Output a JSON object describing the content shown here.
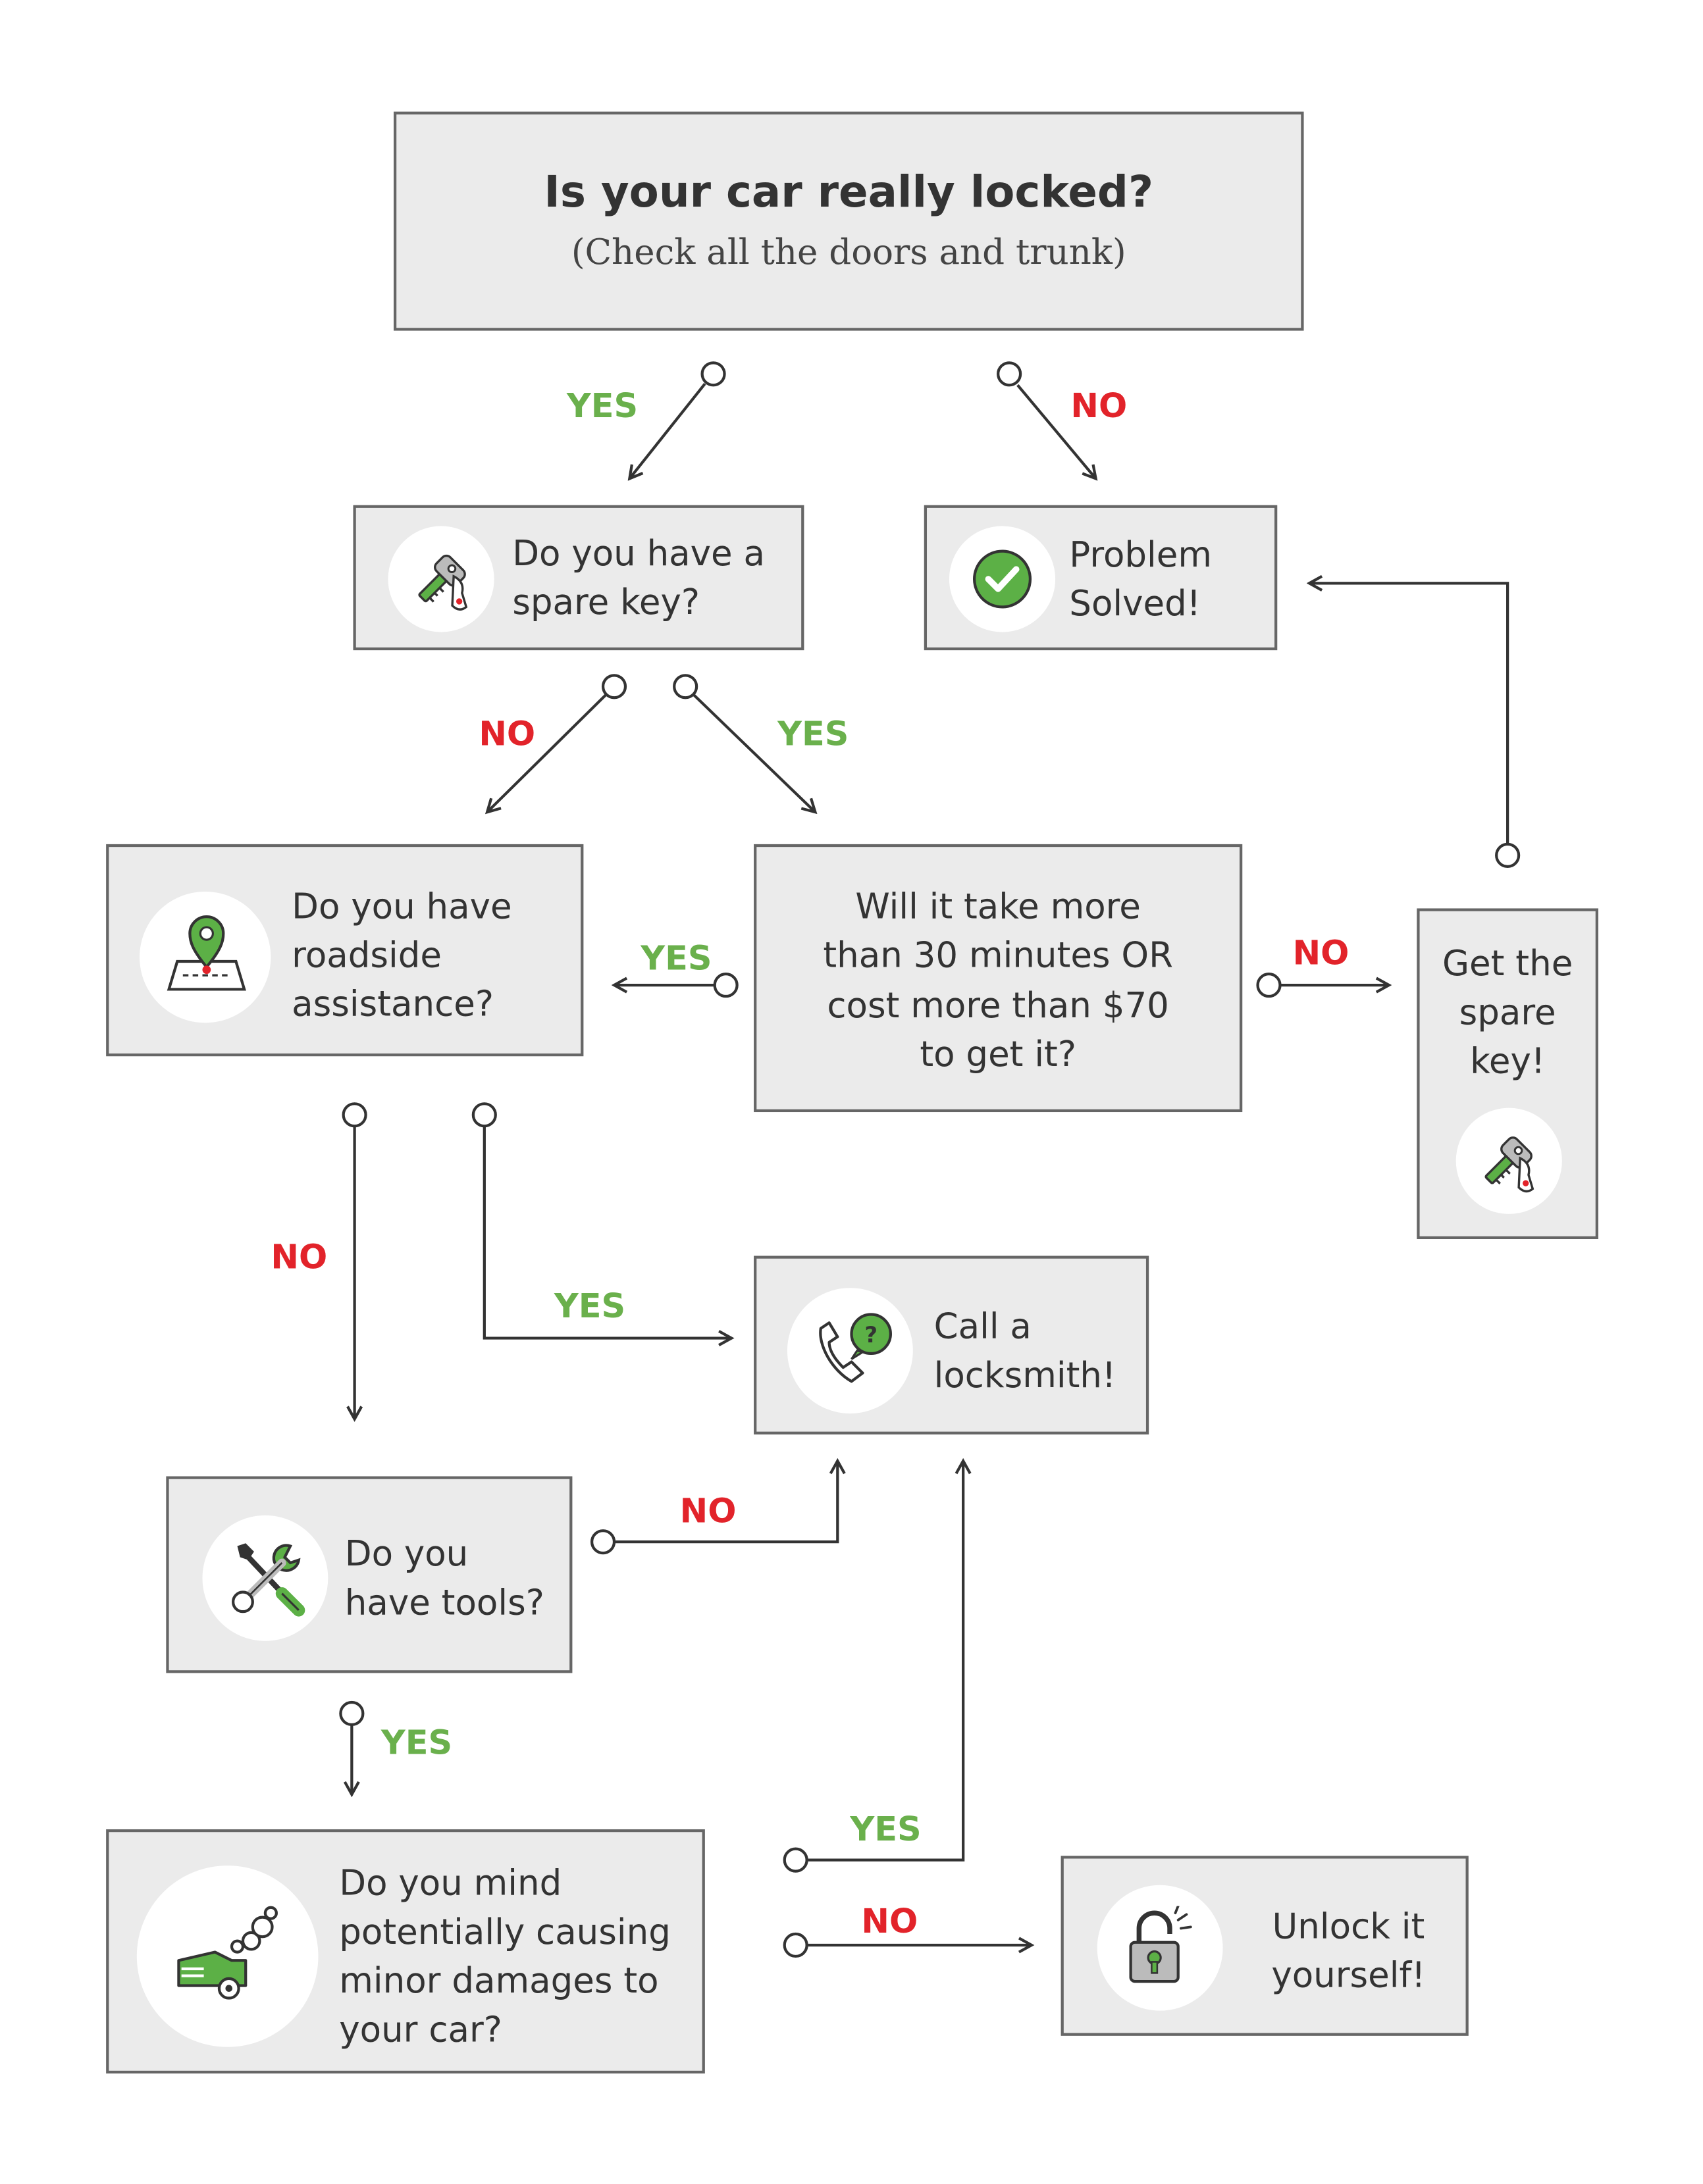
{
  "nodes": {
    "start": {
      "title": "Is your car really locked?",
      "subtitle": "(Check all the doors and trunk)"
    },
    "spare_key": {
      "line1": "Do you have a",
      "line2": "spare key?"
    },
    "solved": {
      "line1": "Problem",
      "line2": "Solved!"
    },
    "roadside": {
      "line1": "Do you have",
      "line2": "roadside",
      "line3": "assistance?"
    },
    "cost": {
      "line1": "Will it take more",
      "line2": "than 30 minutes OR",
      "line3": "cost more than $70",
      "line4": "to get it?"
    },
    "get_spare": {
      "line1": "Get the",
      "line2": "spare",
      "line3": "key!"
    },
    "locksmith": {
      "line1": "Call a",
      "line2": "locksmith!"
    },
    "tools": {
      "line1": "Do you",
      "line2": "have tools?"
    },
    "damage": {
      "line1": "Do you mind",
      "line2": "potentially causing",
      "line3": "minor damages to",
      "line4": "your car?"
    },
    "unlock": {
      "line1": "Unlock it",
      "line2": "yourself!"
    }
  },
  "answers": {
    "start_yes": "YES",
    "start_no": "NO",
    "spare_no": "NO",
    "spare_yes": "YES",
    "cost_yes": "YES",
    "cost_no": "NO",
    "roadside_no": "NO",
    "roadside_yes": "YES",
    "tools_no": "NO",
    "tools_yes": "YES",
    "damage_yes": "YES",
    "damage_no": "NO"
  },
  "icons": [
    "key-icon",
    "checkmark-icon",
    "map-pin-icon",
    "phone-question-icon",
    "tools-icon",
    "car-smoke-icon",
    "unlock-icon"
  ],
  "colors": {
    "yes": "#6ab04c",
    "no": "#e2232a",
    "box_fill": "#ebebeb",
    "box_border": "#666666",
    "line": "#333333",
    "icon_green": "#5cb046"
  }
}
